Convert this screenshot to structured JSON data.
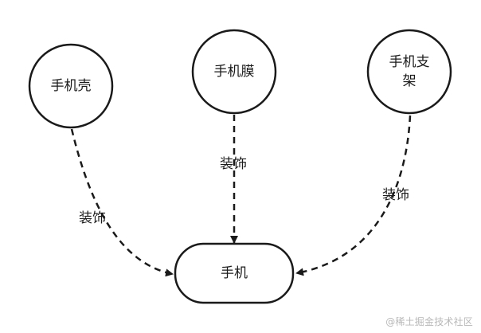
{
  "nodes": {
    "phone_case": {
      "label": "手机壳"
    },
    "screen_film": {
      "label": "手机膜"
    },
    "phone_stand": {
      "label_lines": [
        "手机支",
        "架"
      ]
    },
    "phone": {
      "label": "手机"
    }
  },
  "edges": {
    "case_to_phone": {
      "label": "装饰"
    },
    "film_to_phone": {
      "label": "装饰"
    },
    "stand_to_phone": {
      "label": "装饰"
    }
  },
  "watermark": "@稀土掘金技术社区",
  "colors": {
    "stroke": "#1a1a1a",
    "text": "#1a1a1a",
    "watermark": "#b8b8b8"
  }
}
